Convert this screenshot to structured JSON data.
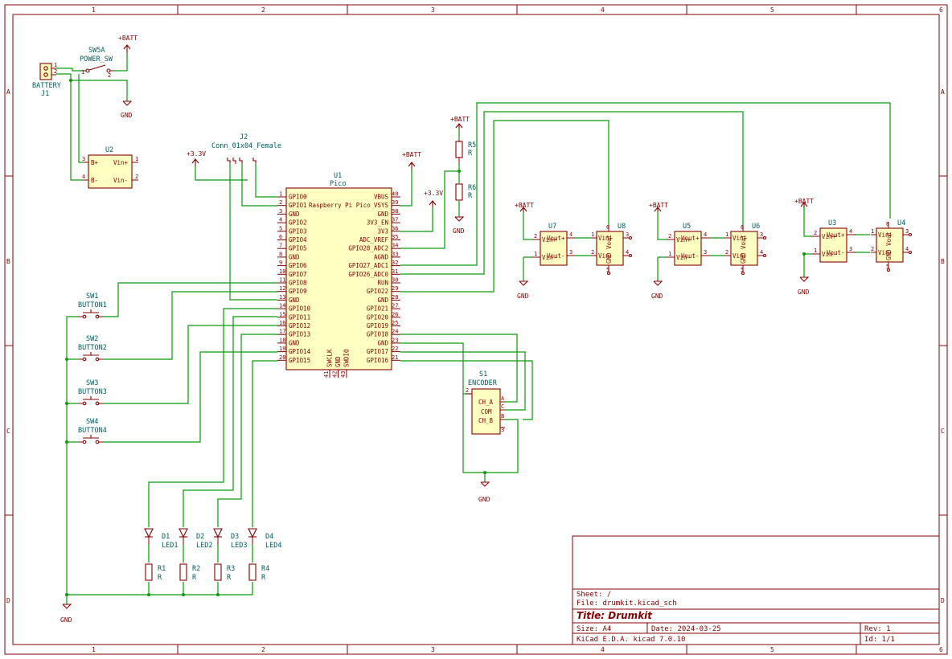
{
  "sheet": {
    "cols": [
      "1",
      "2",
      "3",
      "4",
      "5",
      "6"
    ],
    "rows": [
      "A",
      "B",
      "C",
      "D"
    ]
  },
  "title_block": {
    "sheet": "Sheet: /",
    "file": "File: drumkit.kicad_sch",
    "title": "Title: Drumkit",
    "size": "Size: A4",
    "date": "Date: 2024-03-25",
    "rev": "Rev: 1",
    "tool": "KiCad E.D.A.  kicad 7.0.10",
    "id": "Id: 1/1"
  },
  "power": {
    "batt": "+BATT",
    "gnd": "GND",
    "v33": "+3.3V"
  },
  "j1": {
    "ref": "J1",
    "value": "BATTERY",
    "pin1": "1",
    "pin2": "2"
  },
  "sw5": {
    "ref": "SW5A",
    "value": "POWER_SW",
    "pin1": "1",
    "pin2": "2"
  },
  "u2": {
    "ref": "U2",
    "pins": [
      "B+",
      "B-",
      "Vin+",
      "Vin-"
    ],
    "nums": [
      "3",
      "4",
      "1",
      "2"
    ]
  },
  "j2": {
    "ref": "J2",
    "value": "Conn_01x04_Female"
  },
  "u1": {
    "ref": "U1",
    "value": "Pico",
    "label": "Raspberry Pi Pico",
    "left_pins": [
      "GPIO0",
      "GPIO1",
      "GND",
      "GPIO2",
      "GPIO3",
      "GPIO4",
      "GPIO5",
      "GND",
      "GPIO6",
      "GPIO7",
      "GPIO8",
      "GPIO9",
      "GND",
      "GPIO10",
      "GPIO11",
      "GPIO12",
      "GPIO13",
      "GND",
      "GPIO14",
      "GPIO15"
    ],
    "left_nums": [
      "1",
      "2",
      "3",
      "4",
      "5",
      "6",
      "7",
      "8",
      "9",
      "10",
      "11",
      "12",
      "13",
      "14",
      "15",
      "16",
      "17",
      "18",
      "19",
      "20"
    ],
    "right_pins": [
      "VBUS",
      "VSYS",
      "GND",
      "3V3_EN",
      "3V3",
      "ADC_VREF",
      "GPIO28_ADC2",
      "AGND",
      "GPIO27_ADC1",
      "GPIO26_ADC0",
      "RUN",
      "GPIO22",
      "GND",
      "GPIO21",
      "GPIO20",
      "GPIO19",
      "GPIO18",
      "GND",
      "GPIO17",
      "GPIO16"
    ],
    "right_nums": [
      "40",
      "39",
      "38",
      "37",
      "36",
      "35",
      "34",
      "33",
      "32",
      "31",
      "30",
      "29",
      "28",
      "27",
      "26",
      "25",
      "24",
      "23",
      "22",
      "21"
    ],
    "bottom_pins": [
      "SWCLK",
      "GND",
      "SWDIO"
    ],
    "bottom_nums": [
      "41",
      "42",
      "43"
    ]
  },
  "r5": {
    "ref": "R5",
    "value": "R"
  },
  "r6": {
    "ref": "R6",
    "value": "R"
  },
  "sensors": [
    {
      "amp": "U7",
      "conn": "U8"
    },
    {
      "amp": "U5",
      "conn": "U6"
    },
    {
      "amp": "U3",
      "conn": "U4"
    }
  ],
  "amp_pins": [
    "Vin+",
    "Vin-",
    "Vout+",
    "Vout-"
  ],
  "amp_nums": [
    "2",
    "1",
    "4",
    "3"
  ],
  "conn_pins": [
    "Vin+",
    "Vin-",
    "Vout",
    "GND"
  ],
  "conn_nums": [
    "1",
    "2",
    "6",
    "5",
    "3",
    "4"
  ],
  "buttons": [
    {
      "ref": "SW1",
      "value": "BUTTON1"
    },
    {
      "ref": "SW2",
      "value": "BUTTON2"
    },
    {
      "ref": "SW3",
      "value": "BUTTON3"
    },
    {
      "ref": "SW4",
      "value": "BUTTON4"
    }
  ],
  "s1": {
    "ref": "S1",
    "value": "ENCODER",
    "pins": [
      "CH_A",
      "COM",
      "CH_B"
    ],
    "nums": [
      "2",
      "A",
      "C",
      "B",
      "3"
    ]
  },
  "leds": [
    {
      "ref": "D1",
      "value": "LED1"
    },
    {
      "ref": "D2",
      "value": "LED2"
    },
    {
      "ref": "D3",
      "value": "LED3"
    },
    {
      "ref": "D4",
      "value": "LED4"
    }
  ],
  "resistors": [
    {
      "ref": "R1",
      "value": "R"
    },
    {
      "ref": "R2",
      "value": "R"
    },
    {
      "ref": "R3",
      "value": "R"
    },
    {
      "ref": "R4",
      "value": "R"
    }
  ]
}
